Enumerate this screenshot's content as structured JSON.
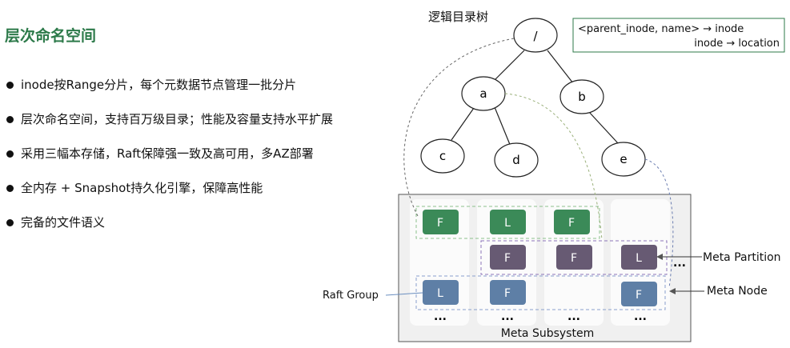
{
  "title": "层次命名空间",
  "bullets": [
    "inode按Range分片，每个元数据节点管理一批分片",
    "层次命名空间，支持百万级目录；性能及容量支持水平扩展",
    "采用三幅本存储，Raft保障强一致及高可用，多AZ部署",
    "全内存 + Snapshot持久化引擎，保障高性能",
    "完备的文件语义"
  ],
  "tree": {
    "label": "逻辑目录树",
    "nodes": {
      "root": "/",
      "a": "a",
      "b": "b",
      "c": "c",
      "d": "d",
      "e": "e"
    }
  },
  "mapping": {
    "line1": "<parent_inode, name>  → inode",
    "line2": "inode   → location"
  },
  "subsystem": {
    "label": "Meta Subsystem",
    "blocks": [
      "F",
      "L",
      "F",
      "F",
      "F",
      "L",
      "L",
      "F",
      "F"
    ],
    "ellipsis": "..."
  },
  "callouts": {
    "raft_group": "Raft Group",
    "meta_partition": "Meta Partition",
    "meta_node": "Meta Node"
  },
  "colors": {
    "green": "#3b8a58",
    "purple": "#675a73",
    "blue": "#5e7fa6",
    "title_green": "#2d7a4a"
  }
}
